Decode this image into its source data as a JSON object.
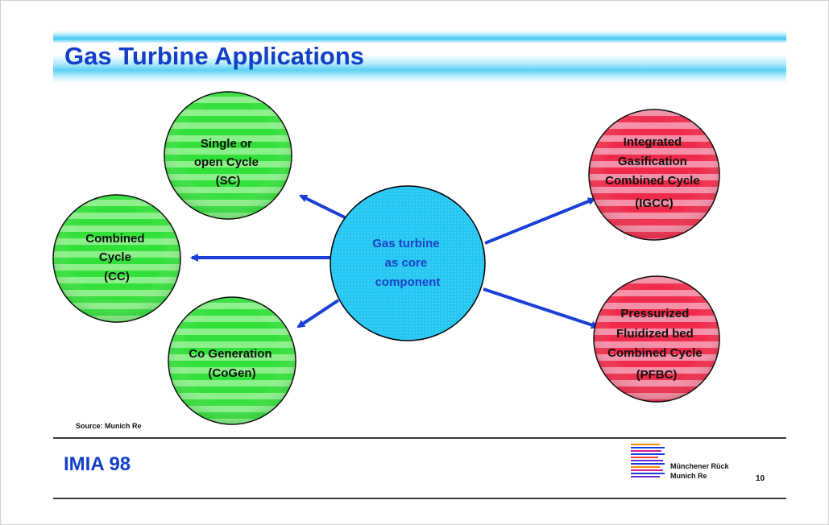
{
  "slide": {
    "title": "Gas Turbine Applications",
    "source": "Source: Munich Re",
    "footer": "IMIA 98",
    "company_line1": "Münchener Rück",
    "company_line2": "Munich Re",
    "page_number": "10"
  },
  "diagram": {
    "center": {
      "lines": [
        "Gas turbine",
        "as core",
        "component"
      ],
      "color": "#22c3f0"
    },
    "nodes": [
      {
        "id": "sc",
        "lines": [
          "Single or",
          "open Cycle",
          "(SC)"
        ],
        "group": "green"
      },
      {
        "id": "cc",
        "lines": [
          "Combined",
          "Cycle",
          "(CC)"
        ],
        "group": "green"
      },
      {
        "id": "cogen",
        "lines": [
          "Co Generation",
          "(CoGen)"
        ],
        "group": "green"
      },
      {
        "id": "igcc",
        "lines": [
          "Integrated",
          "Gasification",
          "Combined Cycle",
          "(IGCC)"
        ],
        "group": "red"
      },
      {
        "id": "pfbc",
        "lines": [
          "Pressurized",
          "Fluidized bed",
          "Combined Cycle",
          "(PFBC)"
        ],
        "group": "red"
      }
    ],
    "colors": {
      "green": "#22dd22",
      "green_light": "#8ff28f",
      "red": "#f0233f",
      "red_light": "#f88aa0",
      "arrow": "#1a3fd8",
      "title": "#1440c8"
    }
  }
}
